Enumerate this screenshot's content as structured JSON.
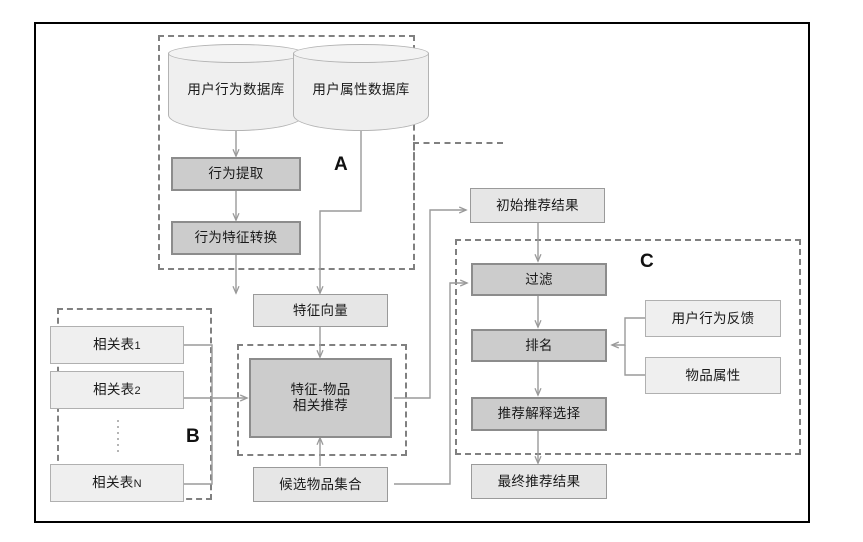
{
  "diagram": {
    "title": "Recommendation System Architecture Flowchart",
    "groups": [
      {
        "id": "A",
        "label": "A"
      },
      {
        "id": "B",
        "label": "B"
      },
      {
        "id": "C",
        "label": "C"
      }
    ],
    "nodes": {
      "user_behavior_db": "用户行为数据库",
      "user_attribute_db": "用户属性数据库",
      "behavior_extract": "行为提取",
      "behavior_feature_transform": "行为特征转换",
      "feature_vector": "特征向量",
      "related_table_1_text": "相关表",
      "related_table_1_num": "1",
      "related_table_2_text": "相关表",
      "related_table_2_num": "2",
      "related_table_n_text": "相关表",
      "related_table_n_num": "N",
      "feature_item_rec_line1": "特征-物品",
      "feature_item_rec_line2": "相关推荐",
      "candidate_item_set": "候选物品集合",
      "initial_rec_result": "初始推荐结果",
      "filter": "过滤",
      "ranking": "排名",
      "user_behavior_feedback": "用户行为反馈",
      "item_attribute": "物品属性",
      "rec_explanation_select": "推荐解释选择",
      "final_rec_result": "最终推荐结果"
    },
    "colors": {
      "frame_border": "#000000",
      "group_dash": "#808080",
      "node_dark_fill": "#cccccc",
      "node_light_fill": "#e6e6e6",
      "node_plain_fill": "#efefef",
      "connector": "#9a9a9a",
      "text": "#1a1a1a"
    }
  }
}
